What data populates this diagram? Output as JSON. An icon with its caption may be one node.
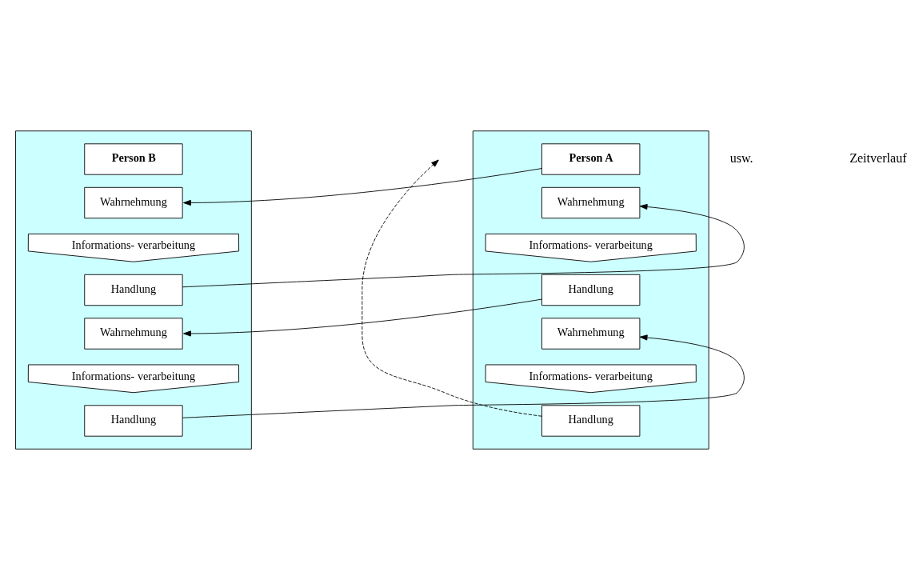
{
  "diagram": {
    "nodes": [
      {
        "text": [],
        "shape": "box"
      },
      {
        "text": [
          "Person B"
        ],
        "in": 0
      },
      {
        "text": [
          "Wahrnehmung"
        ],
        "in": 0
      },
      {
        "text": [
          "Informations- verarbeitung"
        ],
        "in": 0
      },
      {
        "text": [
          "Handlung"
        ],
        "in": 0
      },
      {
        "text": [
          "Wahrnehmung"
        ],
        "in": 0
      },
      {
        "text": [
          "Informations- verarbeitung"
        ],
        "in": 0
      },
      {
        "text": [
          "Handlung"
        ],
        "in": 0
      },
      {
        "text": [],
        "shape": "box"
      },
      {
        "text": [
          "Person A"
        ],
        "in": 8
      },
      {
        "text": [
          "Wahrnehmung"
        ],
        "in": 8
      },
      {
        "text": [
          "Informations- verarbeitung"
        ],
        "in": 8
      },
      {
        "text": [
          "Handlung"
        ],
        "in": 8
      },
      {
        "text": [
          "Wahrnehmung"
        ],
        "in": 8
      },
      {
        "text": [
          "Informations- verarbeitung"
        ],
        "in": 8
      },
      {
        "text": [
          "Handlung"
        ],
        "in": 8
      }
    ],
    "edges": [
      {
        "from": 9,
        "to": 2,
        "arrow": "to"
      },
      {
        "from": 4,
        "to": 10,
        "arrow": "to"
      },
      {
        "from": 12,
        "to": 5,
        "arrow": "to"
      },
      {
        "from": 7,
        "to": 13,
        "arrow": "to"
      },
      {
        "from": 15,
        "to": null,
        "arrow": "to",
        "style": "dashed"
      }
    ],
    "labels": [
      "usw.",
      "Zeitverlauf"
    ]
  }
}
